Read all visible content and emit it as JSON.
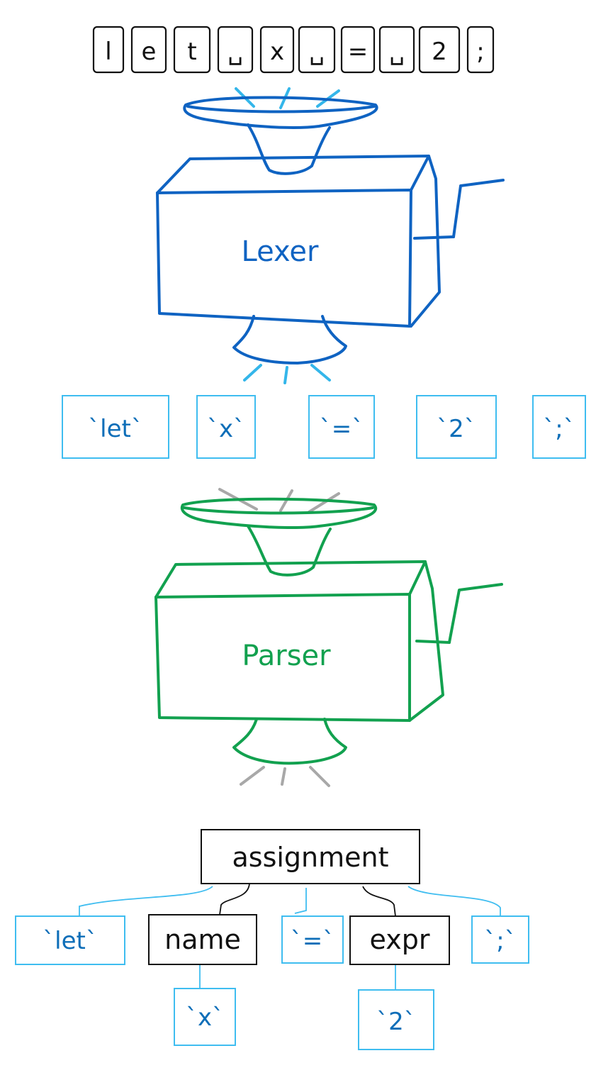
{
  "input_chars": [
    "l",
    "e",
    "t",
    "␣",
    "x",
    "␣",
    "=",
    "␣",
    "2",
    ";"
  ],
  "lexer": {
    "label": "Lexer",
    "color": "#0f63c2",
    "accent": "#34b6ea"
  },
  "parser": {
    "label": "Parser",
    "color": "#12a14f",
    "accent": "#a8a8a8"
  },
  "tokens": [
    "`let`",
    "`x`",
    "`=`",
    "`2`",
    "`;`"
  ],
  "tree": {
    "root": "assignment",
    "children": [
      "`let`",
      "name",
      "`=`",
      "expr",
      "`;`"
    ],
    "grandchildren": [
      "`x`",
      "`2`"
    ]
  },
  "colors": {
    "token_border": "#3fbdf0",
    "node_border": "#111111"
  }
}
